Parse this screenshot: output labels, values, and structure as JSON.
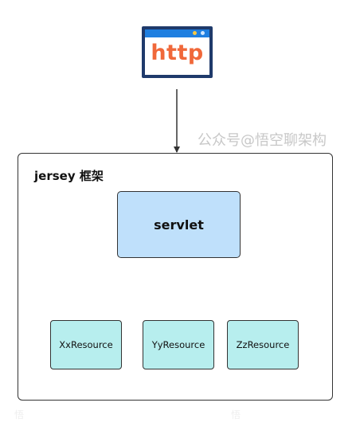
{
  "http_icon": {
    "label": "http",
    "icon": "browser-window-icon"
  },
  "watermark": {
    "text": "公众号@悟空聊架构"
  },
  "framework": {
    "label": "jersey 框架"
  },
  "servlet": {
    "label": "servlet"
  },
  "resources": [
    {
      "label": "XxResource"
    },
    {
      "label": "YyResource"
    },
    {
      "label": "ZzResource"
    }
  ],
  "faint_marks": [
    {
      "text": "悟"
    },
    {
      "text": "悟"
    }
  ],
  "colors": {
    "servlet_fill": "#bfe0fb",
    "resource_fill": "#b7eeee",
    "http_text": "#f0683a",
    "http_titlebar": "#1f7fe0",
    "http_border": "#1f3a6b",
    "border": "#333333"
  }
}
